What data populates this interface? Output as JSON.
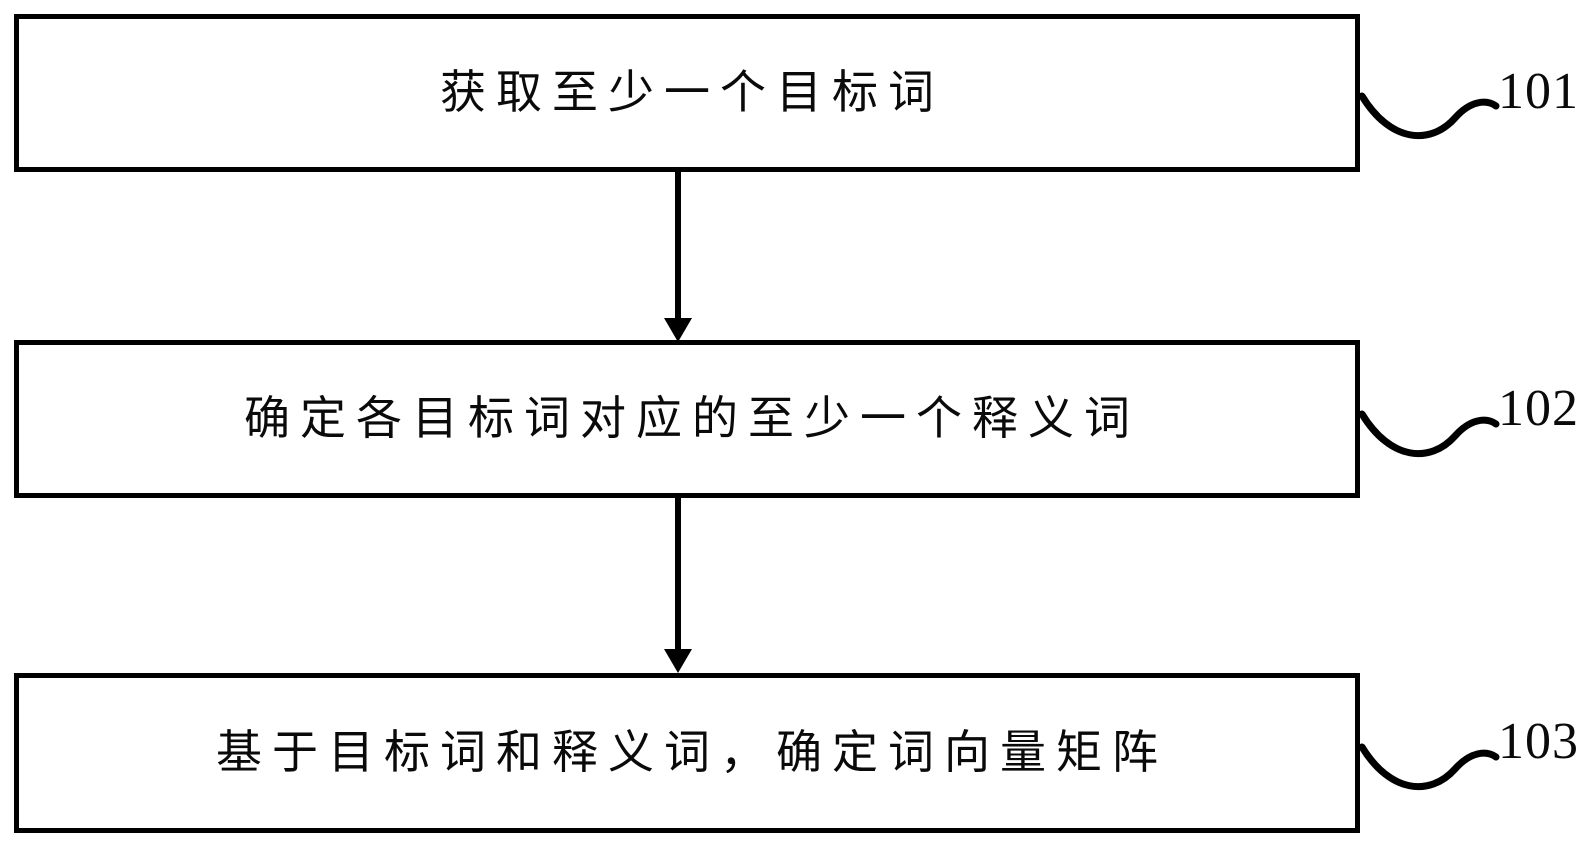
{
  "diagram": {
    "type": "flowchart",
    "orientation": "vertical",
    "background_color": "#ffffff",
    "line_color": "#000000",
    "steps": [
      {
        "id": "101",
        "label": "获取至少一个目标词",
        "ref_number": "101"
      },
      {
        "id": "102",
        "label": "确定各目标词对应的至少一个释义词",
        "ref_number": "102"
      },
      {
        "id": "103",
        "label": "基于目标词和释义词，确定词向量矩阵",
        "ref_number": "103"
      }
    ],
    "connectors": [
      {
        "from": "101",
        "to": "102",
        "arrow": "down-arrow"
      },
      {
        "from": "102",
        "to": "103",
        "arrow": "down-arrow"
      }
    ],
    "leader_lines": [
      {
        "for": "101",
        "style": "wavy-s-curve"
      },
      {
        "for": "102",
        "style": "wavy-s-curve"
      },
      {
        "for": "103",
        "style": "wavy-s-curve"
      }
    ]
  }
}
